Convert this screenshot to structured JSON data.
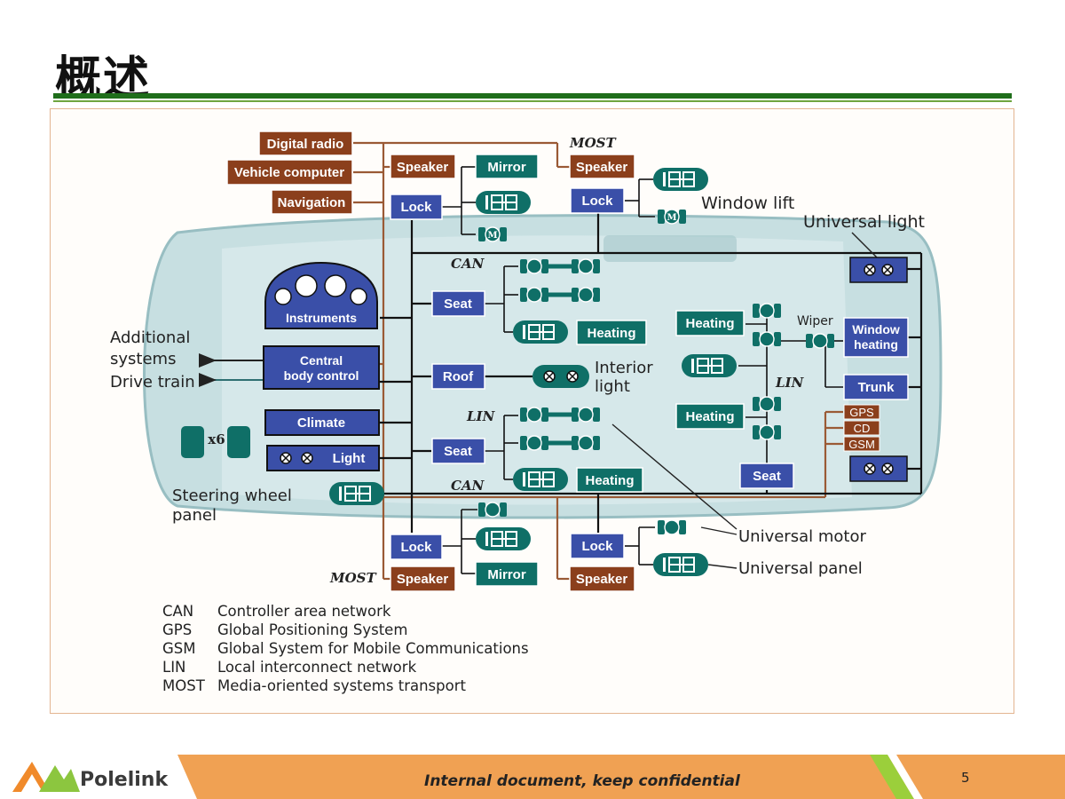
{
  "slide": {
    "title": "概述",
    "page_number": "5"
  },
  "footer": {
    "brand": "Polelink",
    "confidential_note": "Internal document, keep confidential"
  },
  "diagram": {
    "bus_labels": {
      "most_top": "MOST",
      "most_bottom": "MOST",
      "can_top": "CAN",
      "can_bottom": "CAN",
      "lin_left": "LIN",
      "lin_right": "LIN"
    },
    "sources": {
      "digital_radio": "Digital radio",
      "vehicle_computer": "Vehicle computer",
      "navigation": "Navigation"
    },
    "nodes": {
      "speaker_fl": "Speaker",
      "mirror_fl": "Mirror",
      "speaker_fr": "Speaker",
      "lock_fl": "Lock",
      "lock_fr": "Lock",
      "instruments": "Instruments",
      "seat_front": "Seat",
      "heating_front_seat": "Heating",
      "heating_right_1": "Heating",
      "wiper": "Wiper",
      "window_heating": "Window heating",
      "central_body_control": "Central body control",
      "roof": "Roof",
      "interior_light": "Interior light",
      "trunk": "Trunk",
      "heating_right_2": "Heating",
      "climate": "Climate",
      "light": "Light",
      "seat_rear": "Seat",
      "heating_rear_seat": "Heating",
      "seat_right": "Seat",
      "gps": "GPS",
      "cd": "CD",
      "gsm": "GSM",
      "lock_rl": "Lock",
      "mirror_rl": "Mirror",
      "speaker_rl": "Speaker",
      "lock_rr": "Lock",
      "speaker_rr": "Speaker",
      "motor_symbol": "M",
      "multiplier": "x6"
    },
    "callouts": {
      "window_lift": "Window lift",
      "universal_light": "Universal light",
      "additional_systems": "Additional systems",
      "drive_train": "Drive train",
      "steering_wheel_panel": "Steering wheel panel",
      "universal_motor": "Universal motor",
      "universal_panel": "Universal panel"
    },
    "colors": {
      "node_blue": "#3a4fa8",
      "node_brown": "#8b3f1c",
      "node_teal": "#0f6f67",
      "car_body": "#bfd8da",
      "bus_line": "#111111",
      "most_line": "#9a5a35"
    }
  },
  "legend": [
    {
      "abbr": "CAN",
      "desc": "Controller area network"
    },
    {
      "abbr": "GPS",
      "desc": "Global Positioning System"
    },
    {
      "abbr": "GSM",
      "desc": "Global System for Mobile Communications"
    },
    {
      "abbr": "LIN",
      "desc": "Local interconnect network"
    },
    {
      "abbr": "MOST",
      "desc": "Media-oriented systems transport"
    }
  ]
}
